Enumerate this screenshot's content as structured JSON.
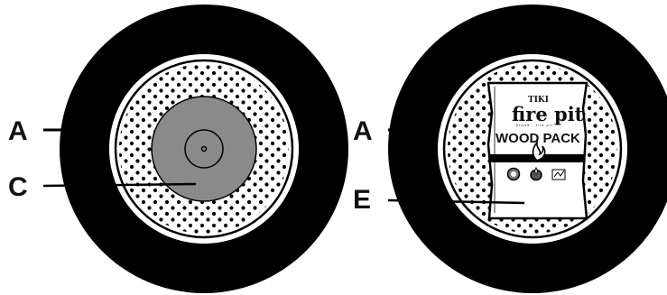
{
  "labels": {
    "left_outer_ring": "A",
    "left_center_disc": "C",
    "right_outer_ring": "A",
    "right_wood_pack": "E"
  },
  "wood_pack": {
    "brand_top": "TIKI",
    "brand_name": "fire pit",
    "brand_tagline": "brand · fire pit",
    "product_name": "WOOD PACK"
  },
  "colors": {
    "outer_ring": "#000000",
    "center_disc": "#8a8a8a",
    "perforation_dots": "#000000",
    "background": "#ffffff"
  }
}
